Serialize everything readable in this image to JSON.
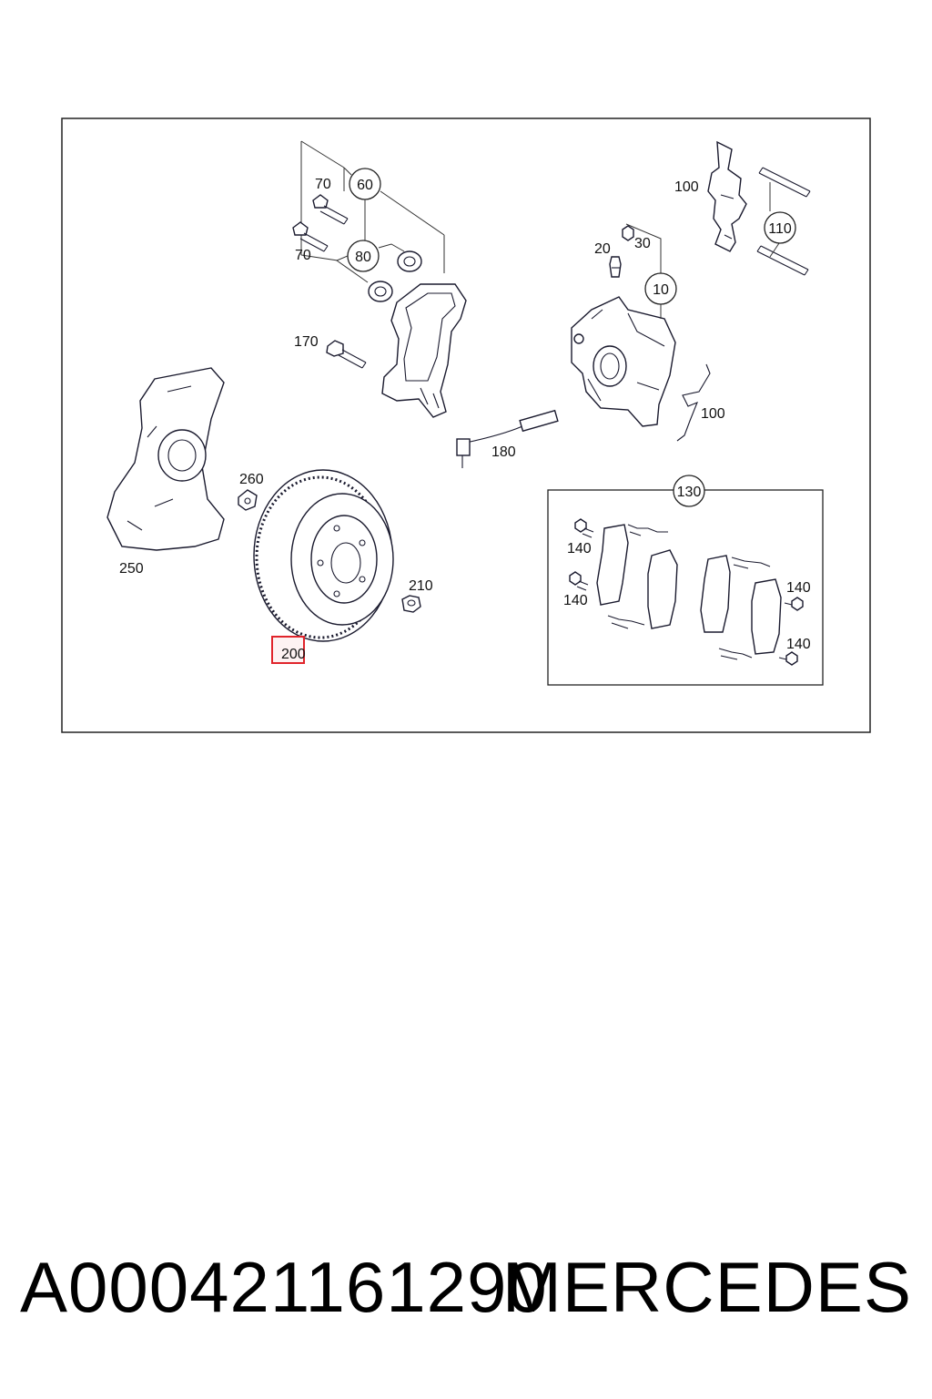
{
  "diagram": {
    "callouts": {
      "c10": "10",
      "c20": "20",
      "c30": "30",
      "c60": "60",
      "c70a": "70",
      "c70b": "70",
      "c80": "80",
      "c100a": "100",
      "c100b": "100",
      "c110": "110",
      "c130": "130",
      "c140a": "140",
      "c140b": "140",
      "c140c": "140",
      "c140d": "140",
      "c170": "170",
      "c180": "180",
      "c200": "200",
      "c210": "210",
      "c250": "250",
      "c260": "260"
    },
    "highlighted_part": "200",
    "highlight_color": "#e0242b"
  },
  "footer": {
    "part_number": "A000421161290",
    "brand": "MERCEDES"
  }
}
